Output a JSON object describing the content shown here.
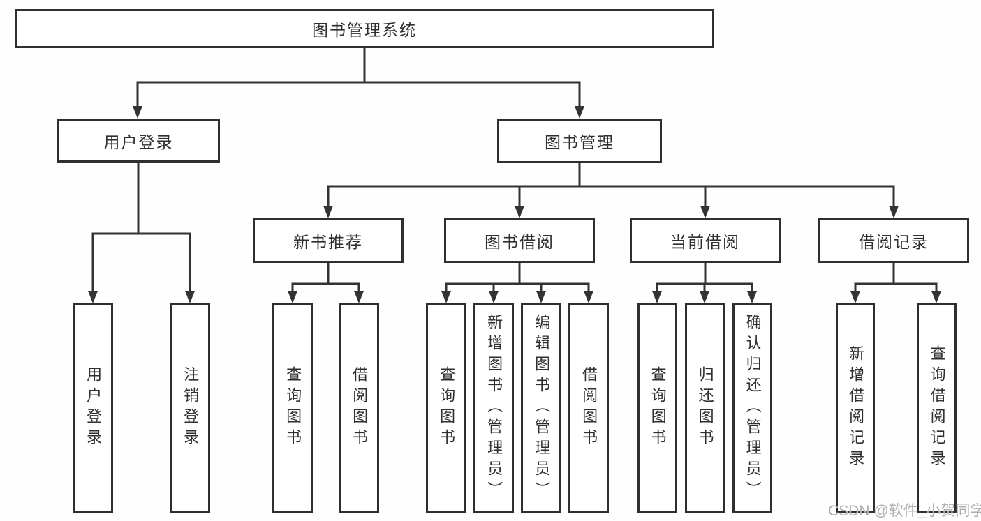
{
  "colors": {
    "line": "#333333",
    "text": "#2f2f2f",
    "background": "#ffffff",
    "watermark": "#adadad"
  },
  "watermark": {
    "text": "CSDN @软件_小贺同学"
  },
  "nodes": {
    "root": {
      "label": "图书管理系统"
    },
    "user_login": {
      "label": "用户登录"
    },
    "book_mgmt": {
      "label": "图书管理"
    },
    "new_book_rec": {
      "label": "新书推荐"
    },
    "book_borrow": {
      "label": "图书借阅"
    },
    "current_borrow": {
      "label": "当前借阅"
    },
    "borrow_records": {
      "label": "借阅记录"
    },
    "leaf_user_login": {
      "label": "用户登录"
    },
    "leaf_logout": {
      "label": "注销登录"
    },
    "leaf_query_books_rec": {
      "label": "查询图书"
    },
    "leaf_borrow_books_rec": {
      "label": "借阅图书"
    },
    "leaf_query_books_borrow": {
      "label": "查询图书"
    },
    "leaf_add_books": {
      "label": "新增图书（管理员）"
    },
    "leaf_edit_books": {
      "label": "编辑图书（管理员）"
    },
    "leaf_borrow_books_borrow": {
      "label": "借阅图书"
    },
    "leaf_query_books_current": {
      "label": "查询图书"
    },
    "leaf_return_books": {
      "label": "归还图书"
    },
    "leaf_confirm_return": {
      "label": "确认归还（管理员）"
    },
    "leaf_add_record": {
      "label": "新增借阅记录"
    },
    "leaf_query_record": {
      "label": "查询借阅记录"
    }
  }
}
